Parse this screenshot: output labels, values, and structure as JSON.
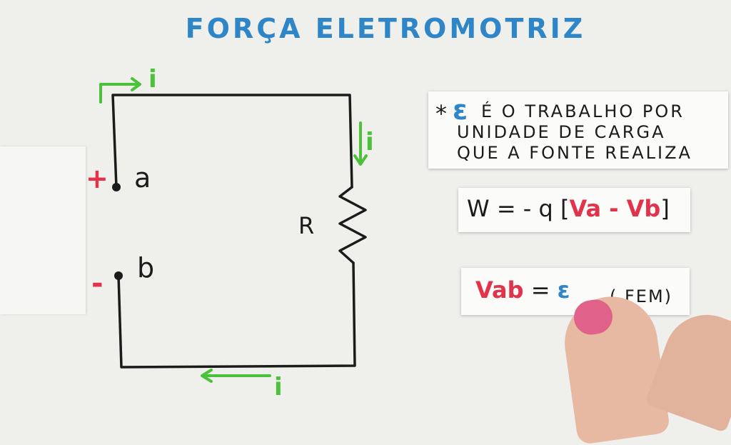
{
  "title": "FORÇA ELETROMOTRIZ",
  "circuit": {
    "current_label": "i",
    "terminal_a": "a",
    "terminal_b": "b",
    "plus_sign": "+",
    "minus_sign": "-",
    "resistor_label": "R"
  },
  "definition": {
    "bullet": "*",
    "emf_symbol": "ε",
    "line1": "É O TRABALHO POR",
    "line2": "UNIDADE DE CARGA",
    "line3": "QUE A FONTE REALIZA"
  },
  "work_formula": {
    "left": "W = - q [",
    "potential_diff": "Va - Vb",
    "right": "]"
  },
  "emf_formula": {
    "vab": "Vab",
    "equals": "=",
    "emf_symbol": "ε",
    "fem_label": "( FEM)"
  },
  "colors": {
    "title": "#2e86c8",
    "current_arrows": "#4cc23a",
    "red": "#e2334a",
    "wire": "#1b1b1b"
  }
}
